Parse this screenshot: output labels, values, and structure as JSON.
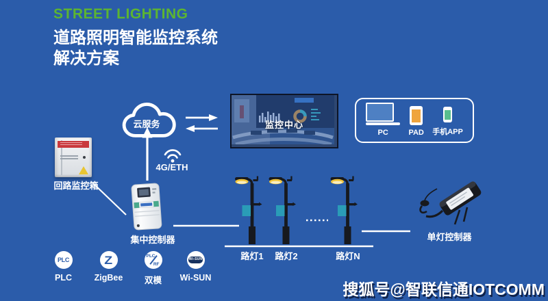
{
  "header": {
    "title_en": "STREET LIGHTING",
    "title_zh_line1": "道路照明智能监控系统",
    "title_zh_line2": "解决方案"
  },
  "cloud": {
    "label": "云服务"
  },
  "uplink": {
    "label": "4G/ETH"
  },
  "monitor_center": {
    "label": "监控中心"
  },
  "terminals": {
    "pc_label": "PC",
    "pad_label": "PAD",
    "phone_label": "手机APP"
  },
  "cabinet": {
    "label": "回路监控箱"
  },
  "concentrator": {
    "label": "集中控制器"
  },
  "lamps": {
    "lamp1_label": "路灯1",
    "lamp2_label": "路灯2",
    "lampN_label": "路灯N"
  },
  "single_lamp_controller": {
    "label": "单灯控制器"
  },
  "protocols": {
    "p1": {
      "badge": "PLC",
      "label": "PLC"
    },
    "p2": {
      "badge": "Z",
      "label": "ZigBee"
    },
    "p3": {
      "badge_top": "PLC",
      "badge_bottom": "RF",
      "label": "双模"
    },
    "p4": {
      "badge": "Wi-SUN",
      "label": "Wi-SUN"
    }
  },
  "watermark": {
    "text": "搜狐号@智联信通IOTCOMM"
  },
  "colors": {
    "background": "#2b5caa",
    "accent_green": "#5cb531",
    "lamp_controller_teal": "#2a9cb7",
    "lamp_light_yellow": "#f0c43c",
    "cabinet_band_red": "#c9383c",
    "pad_orange": "#efa43e",
    "phone_green": "#58bd8e",
    "pc_screen_blue": "#4e80c3",
    "line_white": "#ffffff"
  }
}
